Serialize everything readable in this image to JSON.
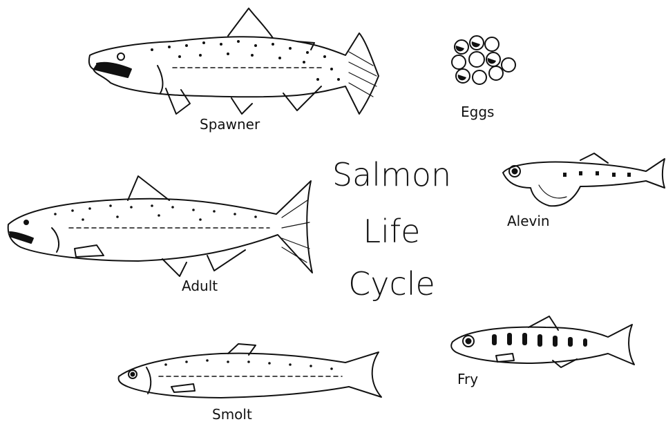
{
  "title": {
    "lines": [
      "Salmon",
      "Life",
      "Cycle"
    ]
  },
  "stages": {
    "spawner": "Spawner",
    "eggs": "Eggs",
    "alevin": "Alevin",
    "adult": "Adult",
    "fry": "Fry",
    "smolt": "Smolt"
  },
  "colors": {
    "ink": "#111111",
    "background": "#ffffff"
  }
}
